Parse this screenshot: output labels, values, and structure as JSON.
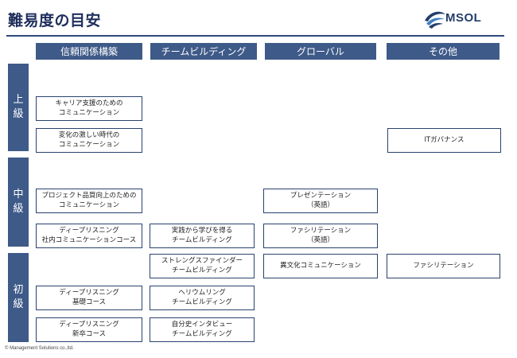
{
  "header": {
    "title": "難易度の目安",
    "logo_text": "MSOL",
    "logo_color": "#233d6b"
  },
  "columns": [
    {
      "label": "信頼関係構築"
    },
    {
      "label": "チームビルディング"
    },
    {
      "label": "グローバル"
    },
    {
      "label": "その他"
    }
  ],
  "levels": [
    {
      "label_1": "上",
      "label_2": "級"
    },
    {
      "label_1": "中",
      "label_2": "級"
    },
    {
      "label_1": "初",
      "label_2": "級"
    }
  ],
  "courses": {
    "advanced": {
      "trust_1": "キャリア支援のための\nコミュニケーション",
      "trust_2": "変化の激しい時代の\nコミュニケーション",
      "other_1": "ITガバナンス"
    },
    "intermediate": {
      "trust_1": "プロジェクト品質向上のための\nコミュニケーション",
      "trust_2": "ディープリスニング\n社内コミュニケーションコース",
      "team_1": "実践から学びを得る\nチームビルディング",
      "global_1": "プレゼンテーション\n（英語）",
      "global_2": "ファシリテーション\n（英語）"
    },
    "beginner": {
      "team_1": "ストレングスファインダー\nチームビルディング",
      "global_1": "異文化コミュニケーション",
      "other_1": "ファシリテーション",
      "trust_1": "ディープリスニング\n基礎コース",
      "team_2": "ヘリウムリング\nチームビルディング",
      "trust_2": "ディープリスニング\n新卒コース",
      "team_3": "自分史インタビュー\nチームビルディング"
    }
  },
  "footer": {
    "copyright": "© Management Solutions co.,ltd."
  },
  "colors": {
    "header_fill": "#3e5a88",
    "box_border": "#2a4270",
    "title": "#1f2f5c"
  }
}
